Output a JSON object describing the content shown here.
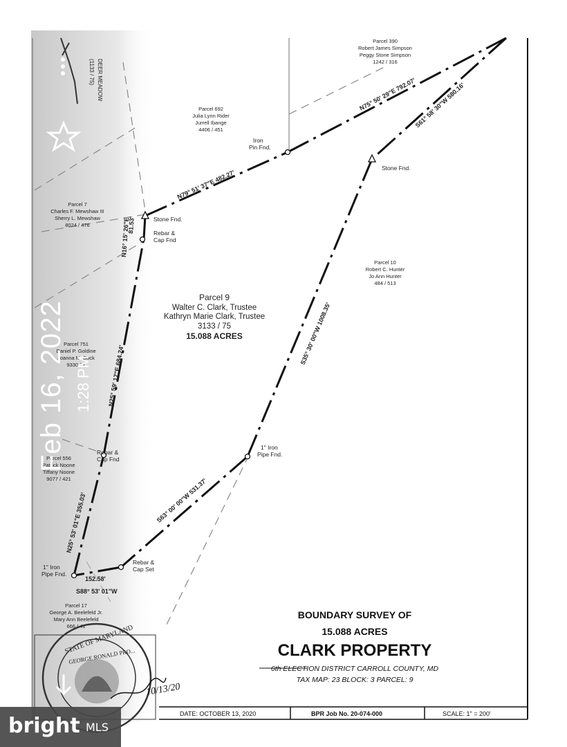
{
  "overlay": {
    "date": "Feb 16, 2022",
    "time": "1:28 PM"
  },
  "watermark": {
    "brand": "bright",
    "suffix": "MLS"
  },
  "survey": {
    "title_line1": "BOUNDARY SURVEY OF",
    "title_line2": "15.088 ACRES",
    "title_line3": "CLARK PROPERTY",
    "location": "6th ELECTION DISTRICT CARROLL COUNTY, MD",
    "tax_info": "TAX MAP: 23    BLOCK: 3    PARCEL: 9",
    "date": "DATE: OCTOBER 13, 2020",
    "job": "BPR Job No. 20-074-000",
    "scale": "SCALE: 1\" = 200'",
    "signature_date": "10/13/20"
  },
  "parcels": {
    "main": {
      "name": "Parcel 9",
      "owner1": "Walter C. Clark, Trustee",
      "owner2": "Kathryn Marie Clark, Trustee",
      "deed": "3133 / 75",
      "acres": "15.088 ACRES"
    },
    "p390": [
      "Parcel 390",
      "Robert James Simpson",
      "Peggy Stone Simpson",
      "1242 / 316"
    ],
    "p692": [
      "Parcel 692",
      "Julia Lynn Rider",
      "Jurrell Ibange",
      "4406 / 451"
    ],
    "p7": [
      "Parcel 7",
      "Charles F. Mewshaw III",
      "Sherry L. Mewshaw",
      "8024 / 476"
    ],
    "p10": [
      "Parcel 10",
      "Robert C. Hunter",
      "Jo Ann Hunter",
      "484 / 513"
    ],
    "p751": [
      "Parcel 751",
      "Daniel P. Goldine",
      "Joanna M. Bock",
      "9330 / 1"
    ],
    "p556": [
      "Parcel 556",
      "Patrick Noone",
      "Tiffany Noone",
      "9077 / 421"
    ],
    "p17": [
      "Parcel 17",
      "George A. Beelefeld Jr.",
      "Mary Ann Beelefeld",
      "666 / 41"
    ]
  },
  "bearings": {
    "b1": "N79° 51' 37\"E  482.27'",
    "b2": "N75° 50' 29\"E  792.07'",
    "b3": "S61° 58' 30\"W  580.16'",
    "b4": "S35° 30' 00\"W  1008.35'",
    "b5": "S63° 00' 00\"W  531.37'",
    "b6": "152.58'",
    "b7": "S88° 53' 01\"W",
    "b8": "N25° 53' 01\"E  355.03'",
    "b9": "N25° 59' 17\"E  684.24'",
    "b10": "N16° 15' 26\"E",
    "b11": "81.53'"
  },
  "monuments": {
    "iron_pin": [
      "Iron",
      "Pin Fnd."
    ],
    "stone_nw": "Stone Fnd.",
    "stone_e": "Stone Fnd.",
    "rebar_top": [
      "Rebar &",
      "Cap Fnd"
    ],
    "rebar_mid": [
      "Rebar &",
      "Cap Fnd"
    ],
    "iron_pipe_mid": [
      "1\" Iron",
      "Pipe Fnd."
    ],
    "iron_pipe_sw": [
      "1\" Iron",
      "Pipe Fnd."
    ],
    "rebar_set": [
      "Rebar &",
      "Cap Set"
    ]
  },
  "road": [
    "DEER MEADOW",
    "(1133 / 75)"
  ],
  "seal": {
    "text": "STATE OF MARYLAND",
    "name": "GEORGE RONALD PRO..."
  },
  "icons": {
    "star": "star-icon",
    "more": "more-vertical-icon",
    "download": "download-icon"
  }
}
